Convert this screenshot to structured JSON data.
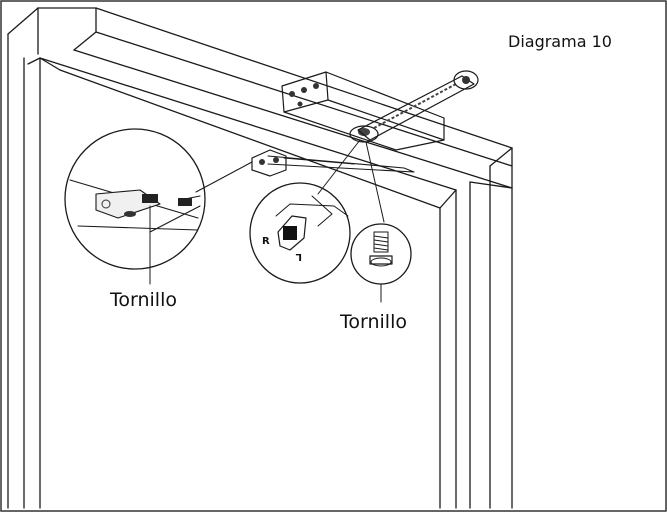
{
  "diagram": {
    "title": "Diagrama 10",
    "labels": {
      "screw_left": "Tornillo",
      "screw_right": "Tornillo",
      "mark_r": "R",
      "mark_l": "L"
    }
  }
}
